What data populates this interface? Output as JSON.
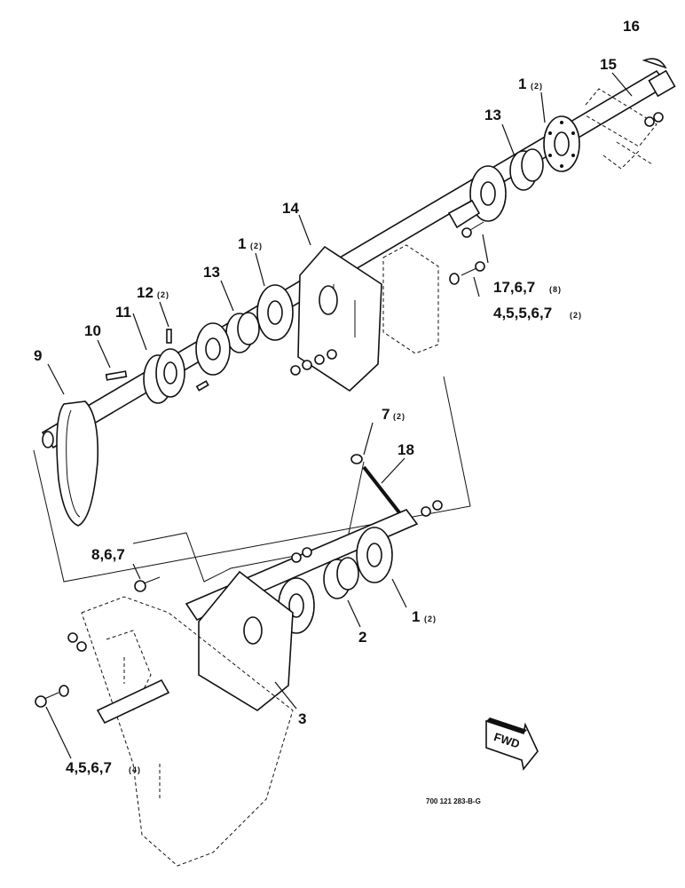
{
  "callouts": [
    {
      "id": "16",
      "label": "16",
      "qty": ""
    },
    {
      "id": "15",
      "label": "15",
      "qty": ""
    },
    {
      "id": "1a",
      "label": "1",
      "qty": "(2)"
    },
    {
      "id": "13a",
      "label": "13",
      "qty": ""
    },
    {
      "id": "14",
      "label": "14",
      "qty": ""
    },
    {
      "id": "1b",
      "label": "1",
      "qty": "(2)"
    },
    {
      "id": "13b",
      "label": "13",
      "qty": ""
    },
    {
      "id": "12",
      "label": "12",
      "qty": "(2)"
    },
    {
      "id": "11",
      "label": "11",
      "qty": ""
    },
    {
      "id": "10",
      "label": "10",
      "qty": ""
    },
    {
      "id": "9",
      "label": "9",
      "qty": ""
    },
    {
      "id": "17",
      "label": "17,6,7",
      "qty": "(8)"
    },
    {
      "id": "4a",
      "label": "4,5,5,6,7",
      "qty": "(2)"
    },
    {
      "id": "7",
      "label": "7",
      "qty": "(2)"
    },
    {
      "id": "18",
      "label": "18",
      "qty": ""
    },
    {
      "id": "8",
      "label": "8,6,7",
      "qty": ""
    },
    {
      "id": "2",
      "label": "2",
      "qty": ""
    },
    {
      "id": "1c",
      "label": "1",
      "qty": "(2)"
    },
    {
      "id": "3",
      "label": "3",
      "qty": ""
    },
    {
      "id": "4b",
      "label": "4,5,6,7",
      "qty": "(4)"
    }
  ],
  "fwd_label": "FWD",
  "drawing_code": "700 121 283-B-G"
}
